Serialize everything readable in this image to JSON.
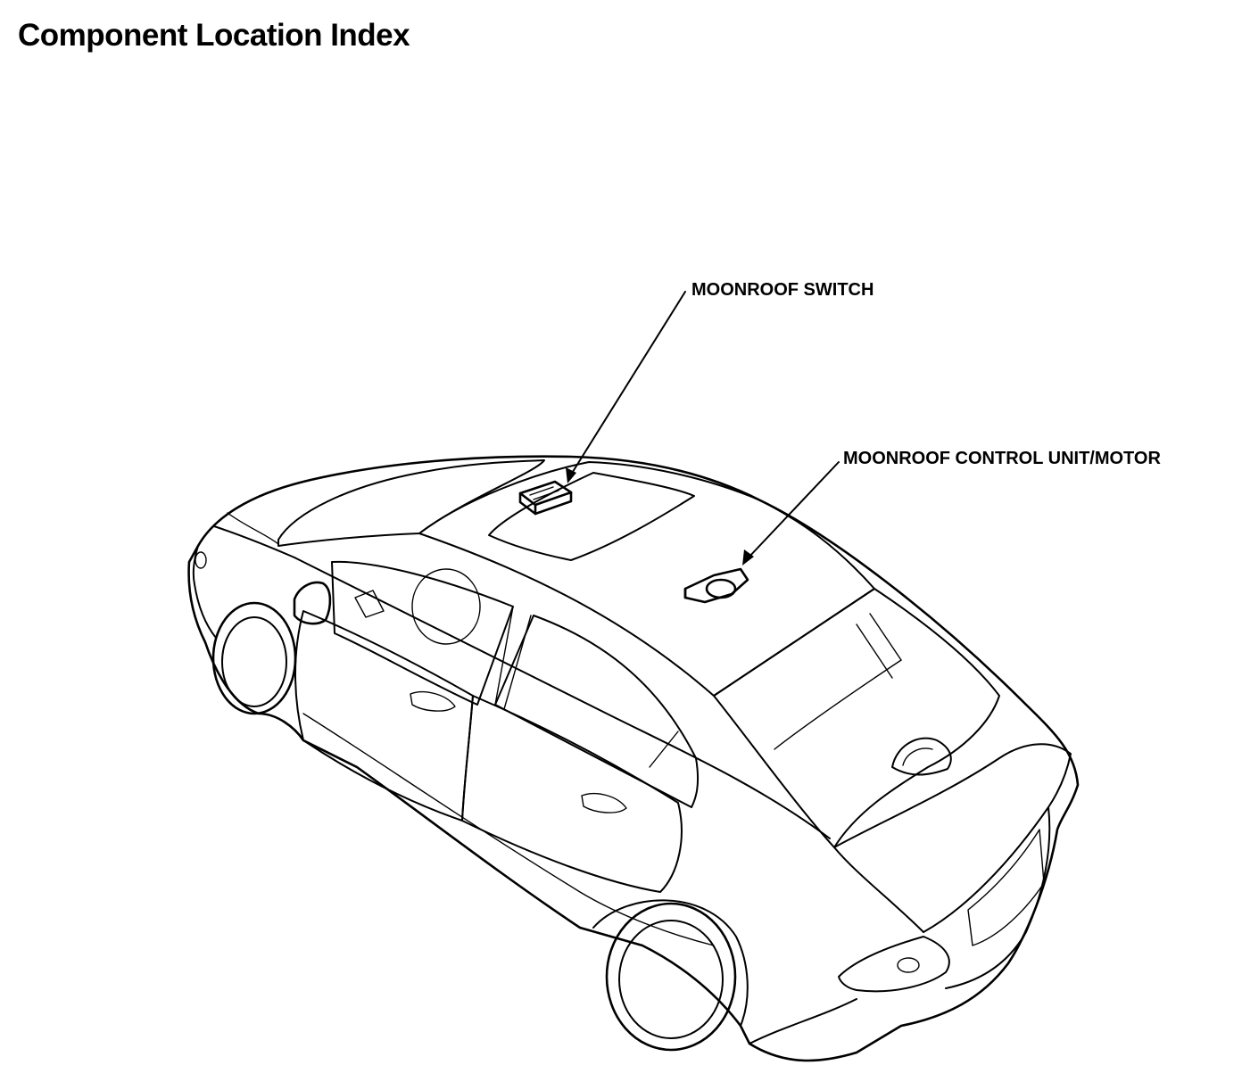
{
  "page": {
    "title": "Component Location Index"
  },
  "callouts": [
    {
      "id": "moonroof-switch",
      "label": "MOONROOF SWITCH"
    },
    {
      "id": "moonroof-control-unit-motor",
      "label": "MOONROOF CONTROL UNIT/MOTOR"
    }
  ],
  "colors": {
    "ink": "#000000",
    "background": "#ffffff"
  }
}
